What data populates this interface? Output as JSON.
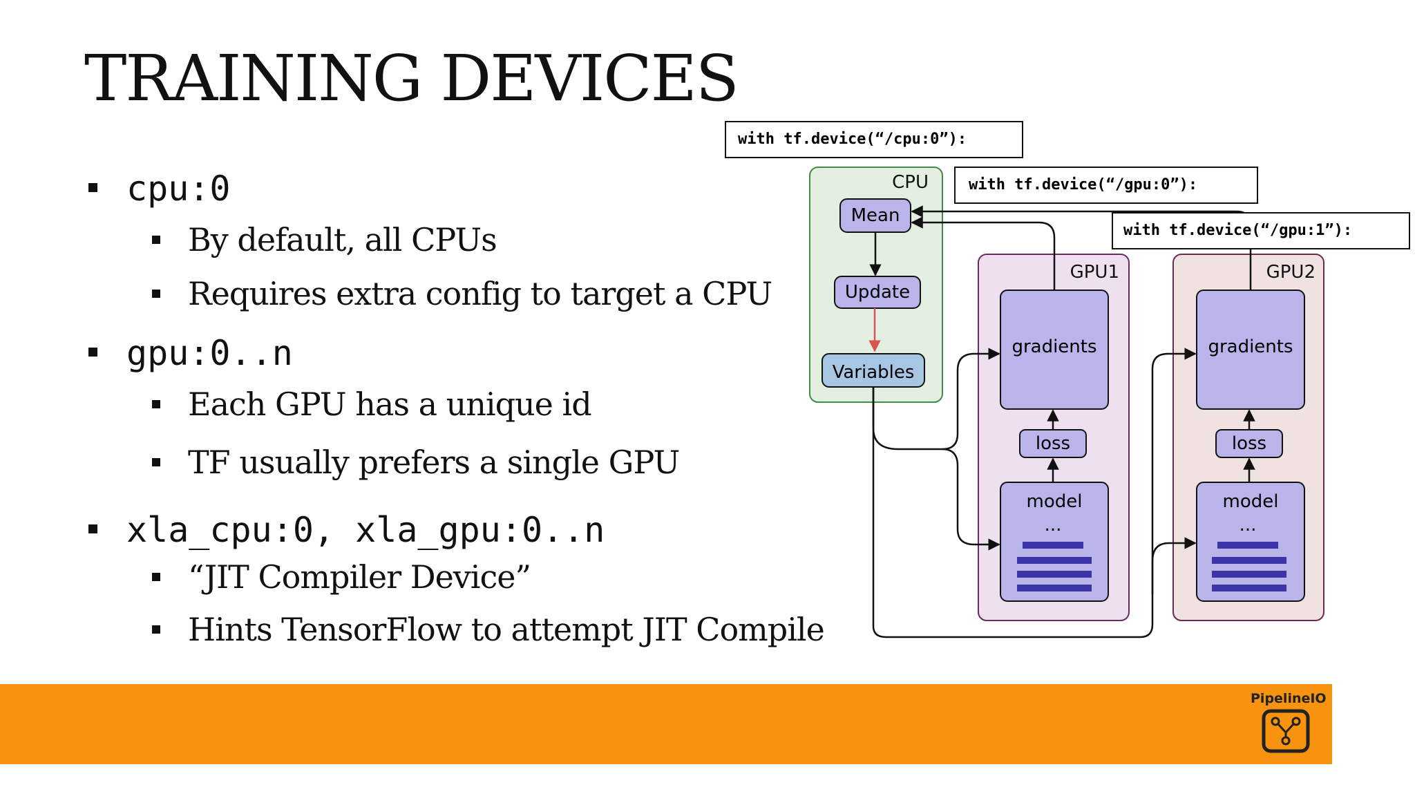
{
  "title": "TRAINING DEVICES",
  "bullets": [
    {
      "level": 1,
      "text": "cpu:0"
    },
    {
      "level": 2,
      "text": "By default, all CPUs"
    },
    {
      "level": 2,
      "text": "Requires extra config to target a CPU"
    },
    {
      "level": 1,
      "text": "gpu:0..n"
    },
    {
      "level": 2,
      "text": "Each GPU has a unique id"
    },
    {
      "level": 2,
      "text": "TF usually prefers a single GPU"
    },
    {
      "level": 1,
      "text": "xla_cpu:0, xla_gpu:0..n"
    },
    {
      "level": 2,
      "text": "“JIT Compiler Device”"
    },
    {
      "level": 2,
      "text": "Hints TensorFlow to attempt JIT Compile"
    }
  ],
  "diagram": {
    "code_labels": {
      "cpu": "with tf.device(“/cpu:0”):",
      "gpu0": "with tf.device(“/gpu:0”):",
      "gpu1": "with tf.device(“/gpu:1”):"
    },
    "cpu": {
      "label": "CPU",
      "mean": "Mean",
      "update": "Update",
      "variables": "Variables"
    },
    "gpu1": {
      "label": "GPU1",
      "gradients": "gradients",
      "loss": "loss",
      "model": "model",
      "ellipsis": "..."
    },
    "gpu2": {
      "label": "GPU2",
      "gradients": "gradients",
      "loss": "loss",
      "model": "model",
      "ellipsis": "..."
    }
  },
  "footer": {
    "brand": "PipelineIO"
  },
  "colors": {
    "footer": "#f7930e",
    "cpu_group": "#e3f0e1",
    "gpu1_group": "#efe0ef",
    "gpu2_group": "#f0e2e0",
    "node": "#b9b4ea",
    "variables": "#a7c6e4",
    "model_bars": "#3a34a6",
    "update_arrow": "#d9534f"
  }
}
